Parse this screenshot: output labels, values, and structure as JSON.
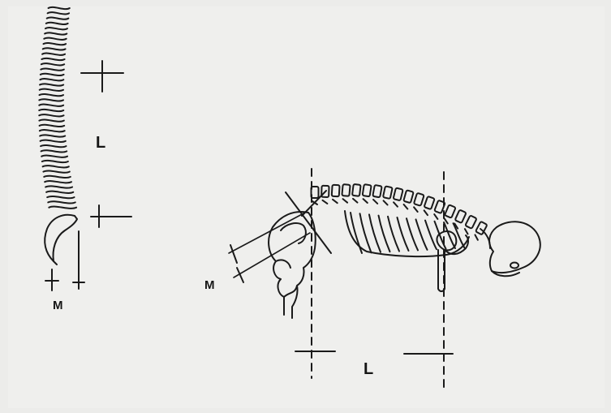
{
  "labels": {
    "left_length": "L",
    "left_margin": "M",
    "right_margin": "M",
    "right_length": "L"
  },
  "colors": {
    "paper": "#ececea",
    "ink": "#1a1a1a"
  }
}
